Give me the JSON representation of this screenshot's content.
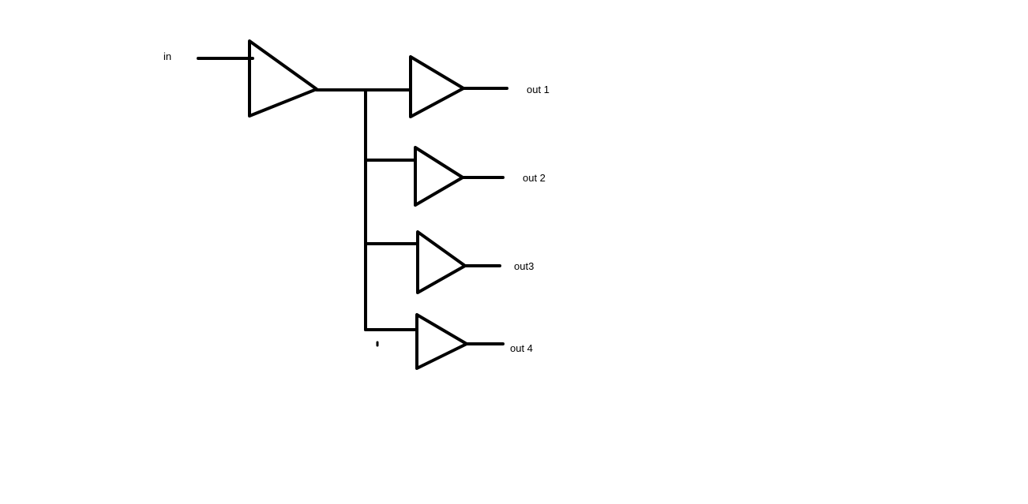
{
  "diagram": {
    "input_label": "in",
    "outputs": [
      "out 1",
      "out 2",
      "out3",
      "out 4"
    ],
    "line_color": "#000000",
    "text_color": "#000000"
  }
}
